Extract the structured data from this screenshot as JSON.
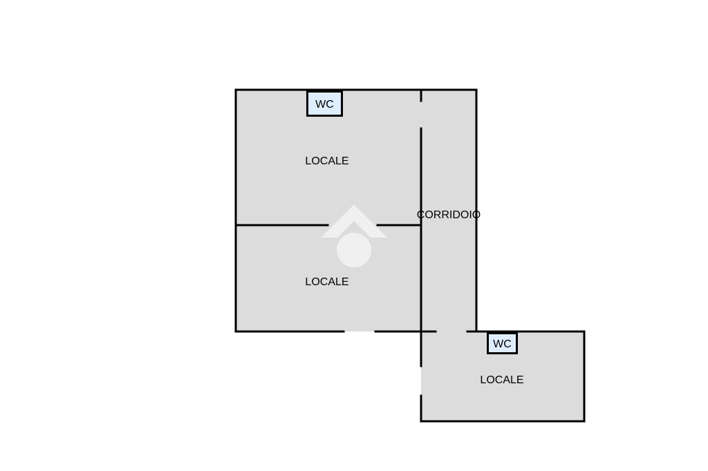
{
  "colors": {
    "background": "#ffffff",
    "room_fill": "#dcdcdc",
    "wall": "#000000",
    "wc_fill": "#dfeeff",
    "watermark": "#f2f2f2"
  },
  "rooms": {
    "upper_left": {
      "label": "LOCALE"
    },
    "lower_left": {
      "label": "LOCALE"
    },
    "corridor": {
      "label": "CORRIDOIO"
    },
    "lower_right": {
      "label": "LOCALE"
    }
  },
  "wc": {
    "top": {
      "label": "WC"
    },
    "bottom": {
      "label": "WC"
    }
  },
  "watermark": {
    "icon": "logo-watermark-icon"
  }
}
